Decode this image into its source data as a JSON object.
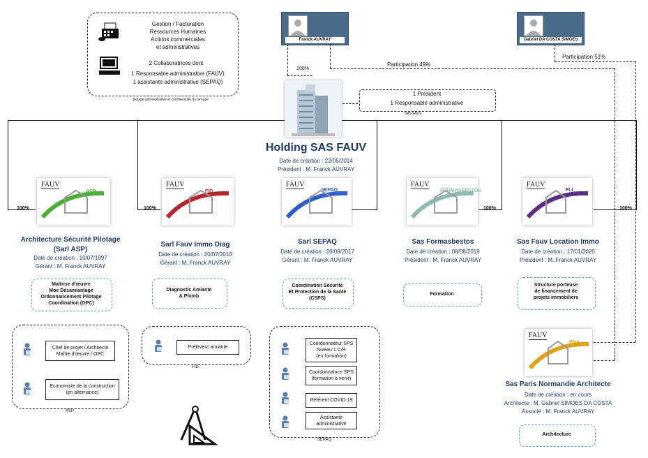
{
  "top_left_box": {
    "line1": "Gestion / Facturation",
    "line2": "Ressources Humaines",
    "line3": "Actions commerciales",
    "line4": "et administratives",
    "line5": "2 Collaboratrices dont",
    "line6": "1 Responsable administrative (FAUV)",
    "line7": "1 assistante administrative (SEPAQ)",
    "caption": "Equipe administrative et commerciale du Groupe"
  },
  "shareholders": {
    "franck": "Franck AUVRAY",
    "gabriel": "Gabriel DA COSTA SIMOES",
    "pct_franck": "100%",
    "participation_49": "Participation 49%",
    "participation_51": "Participation 51%"
  },
  "holding": {
    "president_box_l1": "1 Président",
    "president_box_l2": "1 Responsable administrative",
    "sas_caption": "SAS FAUV",
    "title": "Holding SAS FAUV",
    "date": "Date de création : 22/05/2014",
    "president": "Président : M. Franck AUVRAY"
  },
  "subsidiaries": [
    {
      "pct": "100%",
      "brand": "FAUV",
      "code": "ASP",
      "tag": "Architecture Sécurité Pilotage",
      "title1": "Architecture Sécurité Pilotage",
      "title2": "(Sarl ASP)",
      "date": "Date de création : 10/07/1997",
      "role": "Gérant : M. Franck AUVRAY",
      "mission": "Maîtrise d'œuvre\nMoe Désamiantage\nOrdonnancement Pilotage\nCoordination (OPC)",
      "team_caption": "ASP",
      "color": "#4caf3a"
    },
    {
      "pct": "100%",
      "brand": "FAUV",
      "code": "FID",
      "tag": "Fauv Immo Diag",
      "title1": "Sarl Fauv Immo Diag",
      "title2": "",
      "date": "Date de création : 20/07/2016",
      "role": "Gérant : M. Franck AUVRAY",
      "mission": "Diagnostic Amiante\n& Plomb",
      "team_caption": "FID",
      "color": "#b3262d"
    },
    {
      "pct": "",
      "brand": "FAUV",
      "code": "SEPAQ",
      "tag": "Sécurité et Protection de la Santé",
      "title1": "Sarl SEPAQ",
      "title2": "",
      "date": "Date de création : 26/09/2017",
      "role": "Gérant : M. Franck AUVRAY",
      "mission": "Coordination Sécurité\nEt Protection de la Santé\n(CSPS)",
      "team_caption": "SEPAQ",
      "color": "#2f5fc9"
    },
    {
      "pct": "100%",
      "brand": "FAUV",
      "code": "FORMASBESTOS",
      "tag": "Formation",
      "title1": "Sas Formasbestos",
      "title2": "",
      "date": "Date de création : 08/08/2019",
      "role": "Président : M. Franck AUVRAY",
      "mission": "Formation",
      "team_caption": "",
      "color": "#8fb9b3"
    },
    {
      "pct": "100%",
      "brand": "FAUV",
      "code": "FLI",
      "tag": "Fauv Location Immo",
      "title1": "Sas Fauv Location Immo",
      "title2": "",
      "date": "Date de création : 17/01/2020",
      "role": "Président : M. Franck AUVRAY",
      "mission": "Structure porteuse\nde financement de\nprojets immobiliers",
      "team_caption": "",
      "color": "#5a2d82"
    }
  ],
  "teams": {
    "asp": [
      "Chef de projet / Architecte\nMaître d'œuvre / OPC",
      "Economiste de la construction\n(en alternance)"
    ],
    "fid": [
      "Préleveur amiante"
    ],
    "sepaq": [
      "Coordonnateur SPS\nNiveau 1 C/R\n(en formation)",
      "Coordonnatrice SPS\n(formation à venir)",
      "Référent COVID-19",
      "Assistante\nadministrative"
    ]
  },
  "pna": {
    "brand": "FAUV",
    "code": "PNA",
    "title": "Sas Paris Normandie Architecte",
    "date": "Date de création : en cours",
    "architect": "Architecte : M. Gabriel SIMOES DA COSTA",
    "associate": "Associé : M. Franck AUVRAY",
    "mission": "Architecture",
    "color": "#e0a21b"
  }
}
